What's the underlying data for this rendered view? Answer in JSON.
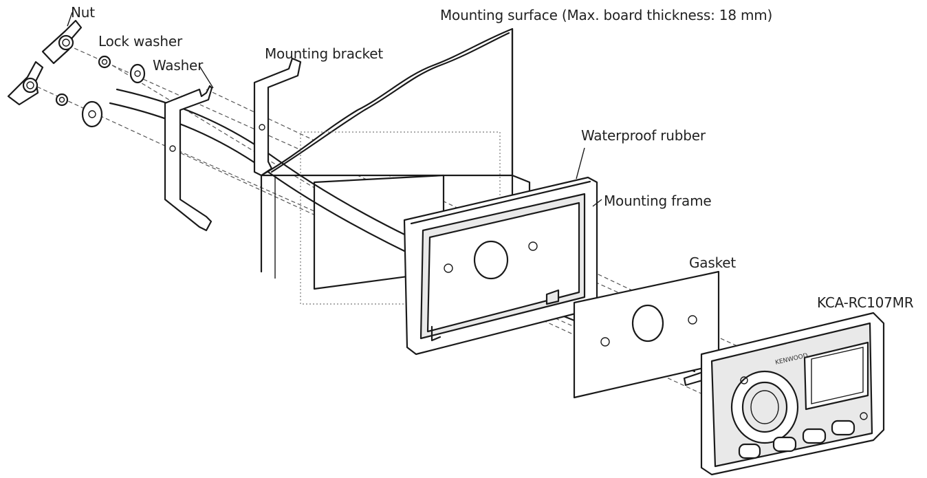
{
  "labels": {
    "nut": "Nut",
    "lock_washer": "Lock washer",
    "washer": "Washer",
    "mounting_bracket": "Mounting bracket",
    "mounting_surface": "Mounting surface (Max. board thickness: 18 mm)",
    "waterproof_rubber": "Waterproof rubber",
    "mounting_frame": "Mounting frame",
    "gasket": "Gasket",
    "model": "KCA-RC107MR"
  },
  "device": {
    "brand": "KENWOOD"
  }
}
